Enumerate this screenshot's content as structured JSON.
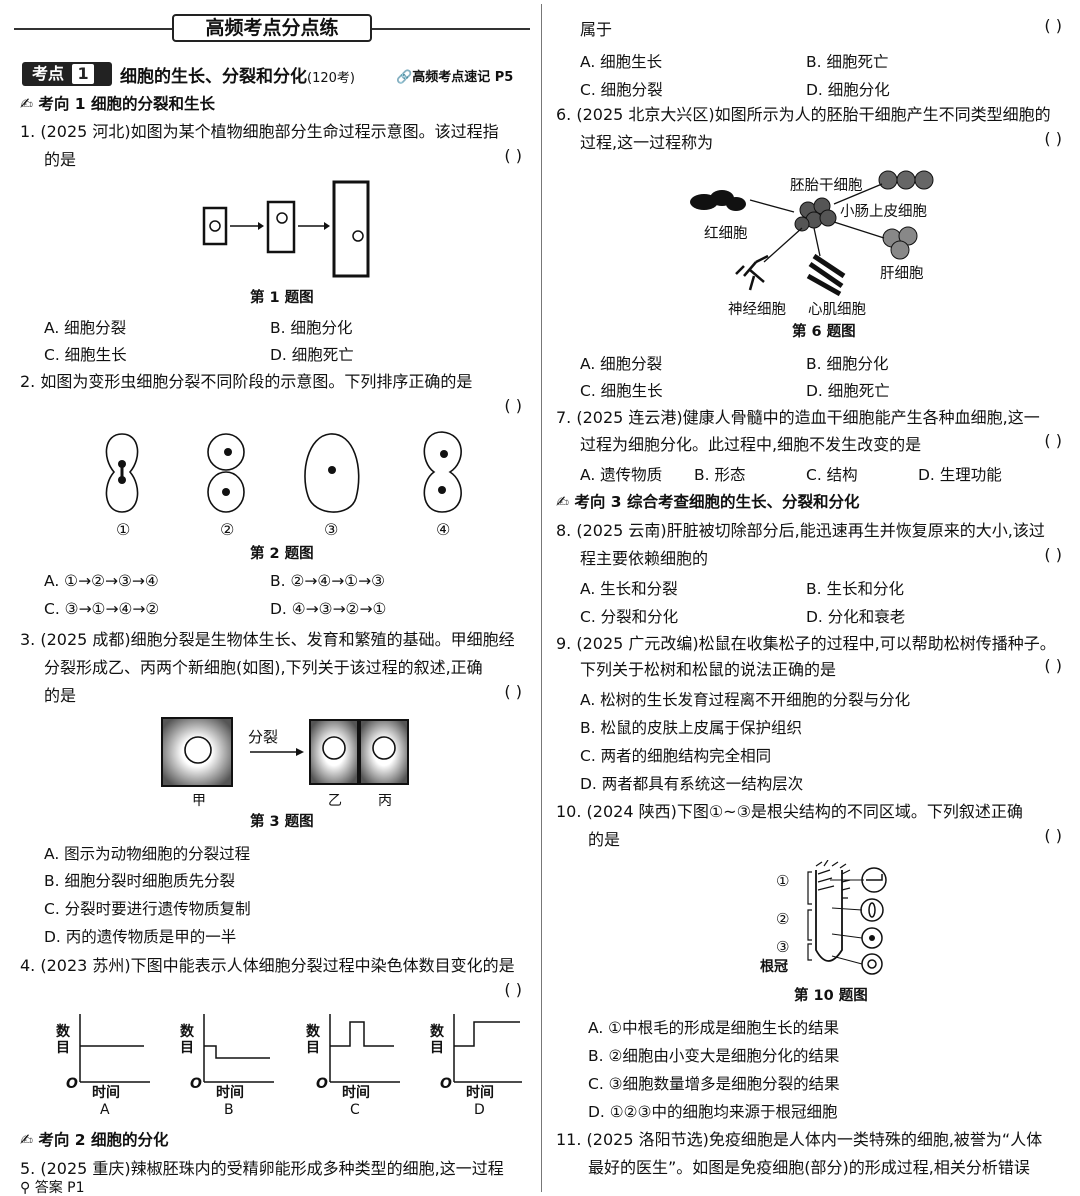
{
  "banner": "高频考点分点练",
  "kaodian": {
    "tag": "考点",
    "num": "1",
    "title": "细胞的生长、分裂和分化",
    "count": "(120考)",
    "link": "高频考点速记 P5"
  },
  "dir1": "考向 1  细胞的分裂和生长",
  "dir2": "考向 2  细胞的分化",
  "dir3": "考向 3  综合考查细胞的生长、分裂和分化",
  "paren": "(        )",
  "q1": {
    "line1": "1. (2025 河北)如图为某个植物细胞部分生命过程示意图。该过程指",
    "line2": "的是",
    "caption": "第 1 题图",
    "A": "A. 细胞分裂",
    "B": "B. 细胞分化",
    "C": "C. 细胞生长",
    "D": "D. 细胞死亡"
  },
  "q2": {
    "line1": "2. 如图为变形虫细胞分裂不同阶段的示意图。下列排序正确的是",
    "labels": [
      "①",
      "②",
      "③",
      "④"
    ],
    "caption": "第 2 题图",
    "A": "A. ①→②→③→④",
    "B": "B. ②→④→①→③",
    "C": "C. ③→①→④→②",
    "D": "D. ④→③→②→①"
  },
  "q3": {
    "line1": "3. (2025 成都)细胞分裂是生物体生长、发育和繁殖的基础。甲细胞经",
    "line2": "分裂形成乙、丙两个新细胞(如图),下列关于该过程的叙述,正确",
    "line3": "的是",
    "arrow_label": "分裂",
    "jia": "甲",
    "yi": "乙",
    "bing": "丙",
    "caption": "第 3 题图",
    "A": "A. 图示为动物细胞的分裂过程",
    "B": "B. 细胞分裂时细胞质先分裂",
    "C": "C. 分裂时要进行遗传物质复制",
    "D": "D. 丙的遗传物质是甲的一半"
  },
  "q4": {
    "line1": "4. (2023 苏州)下图中能表示人体细胞分裂过程中染色体数目变化的是",
    "ylabel": "数目",
    "xlabel": "时间",
    "origin": "O",
    "graphs": [
      "A",
      "B",
      "C",
      "D"
    ]
  },
  "q5": {
    "line1": "5. (2025 重庆)辣椒胚珠内的受精卵能形成多种类型的细胞,这一过程",
    "line2": "属于",
    "A": "A. 细胞生长",
    "B": "B. 细胞死亡",
    "C": "C. 细胞分裂",
    "D": "D. 细胞分化"
  },
  "footer": "答案 P1",
  "q6": {
    "line1": "6. (2025 北京大兴区)如图所示为人的胚胎干细胞产生不同类型细胞的",
    "line2": "过程,这一过程称为",
    "stem": "胚胎干细胞",
    "red": "红细胞",
    "intestine": "小肠上皮细胞",
    "liver": "肝细胞",
    "nerve": "神经细胞",
    "heart": "心肌细胞",
    "caption": "第 6 题图",
    "A": "A. 细胞分裂",
    "B": "B. 细胞分化",
    "C": "C. 细胞生长",
    "D": "D. 细胞死亡"
  },
  "q7": {
    "line1": "7. (2025 连云港)健康人骨髓中的造血干细胞能产生各种血细胞,这一",
    "line2": "过程为细胞分化。此过程中,细胞不发生改变的是",
    "A": "A. 遗传物质",
    "B": "B. 形态",
    "C": "C. 结构",
    "D": "D. 生理功能"
  },
  "q8": {
    "line1": "8. (2025 云南)肝脏被切除部分后,能迅速再生并恢复原来的大小,该过",
    "line2": "程主要依赖细胞的",
    "A": "A. 生长和分裂",
    "B": "B. 生长和分化",
    "C": "C. 分裂和分化",
    "D": "D. 分化和衰老"
  },
  "q9": {
    "line1": "9. (2025 广元改编)松鼠在收集松子的过程中,可以帮助松树传播种子。",
    "line2": "下列关于松树和松鼠的说法正确的是",
    "A": "A. 松树的生长发育过程离不开细胞的分裂与分化",
    "B": "B. 松鼠的皮肤上皮属于保护组织",
    "C": "C. 两者的细胞结构完全相同",
    "D": "D. 两者都具有系统这一结构层次"
  },
  "q10": {
    "line1": "10. (2024 陕西)下图①~③是根尖结构的不同区域。下列叙述正确",
    "line2": "的是",
    "labels": [
      "①",
      "②",
      "③"
    ],
    "root_cap": "根冠",
    "caption": "第 10 题图",
    "A": "A. ①中根毛的形成是细胞生长的结果",
    "B": "B. ②细胞由小变大是细胞分化的结果",
    "C": "C. ③细胞数量增多是细胞分裂的结果",
    "D": "D. ①②③中的细胞均来源于根冠细胞"
  },
  "q11": {
    "line1": "11. (2025 洛阳节选)免疫细胞是人体内一类特殊的细胞,被誉为“人体",
    "line2": "最好的医生”。如图是免疫细胞(部分)的形成过程,相关分析错误"
  }
}
